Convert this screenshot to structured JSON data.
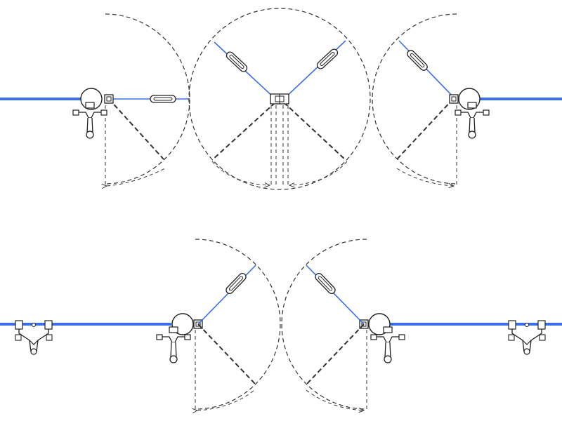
{
  "diagram": {
    "kind": "glass door swing plan",
    "colors": {
      "glass": "#3a6ee8",
      "hardware": "#222222",
      "swing_line": "#333333",
      "background": "#ffffff"
    },
    "rows": [
      {
        "id": "top",
        "fixed_panels": 2,
        "door_leaves": 4,
        "patch_fittings": 3,
        "round_posts": 2,
        "spider_brackets": 2
      },
      {
        "id": "bottom",
        "fixed_panels": 2,
        "door_leaves": 2,
        "patch_fittings": 2,
        "round_posts": 2,
        "spider_brackets": 4
      }
    ]
  }
}
